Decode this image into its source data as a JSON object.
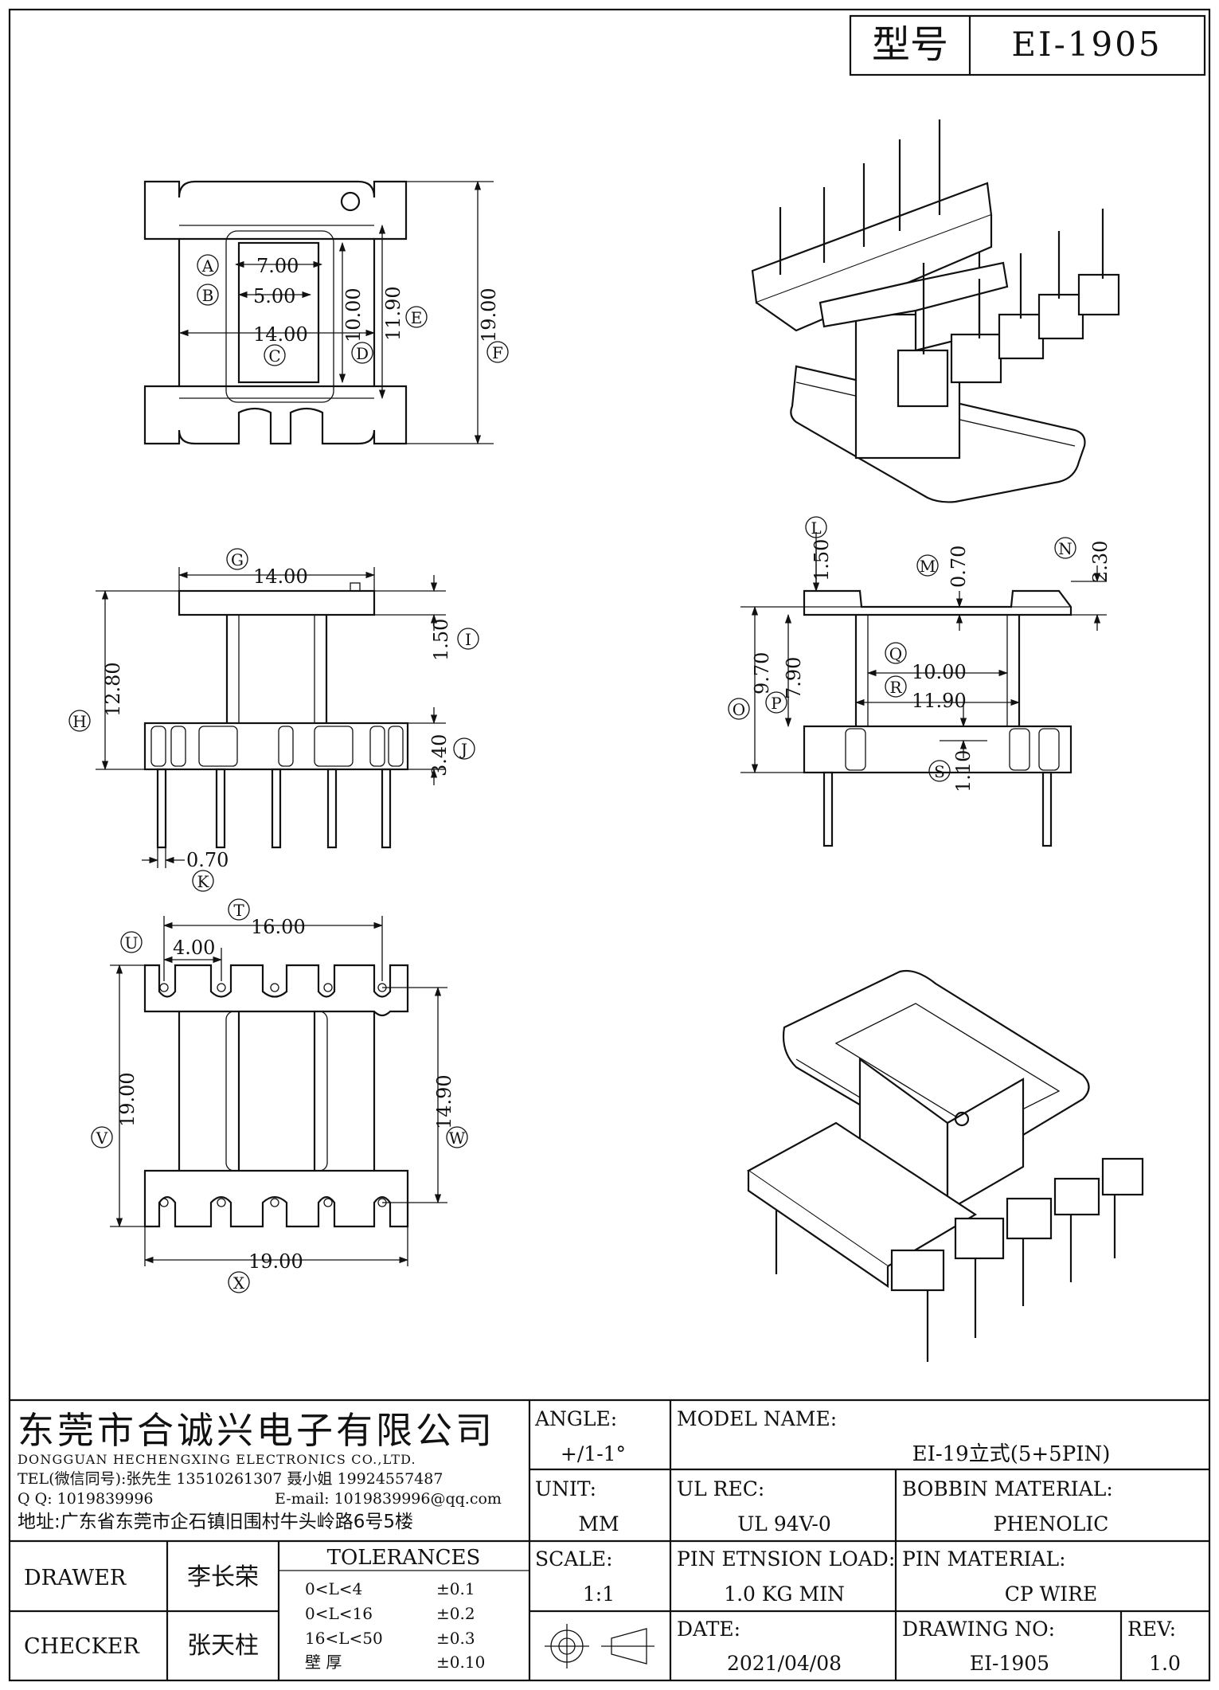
{
  "header": {
    "model_label": "型号",
    "model_value": "EI-1905"
  },
  "dims": {
    "A": "7.00",
    "B": "5.00",
    "C": "14.00",
    "D": "10.00",
    "E": "11.90",
    "F": "19.00",
    "G": "14.00",
    "H": "12.80",
    "I": "1.50",
    "J": "3.40",
    "K": "0.70",
    "L": "1.50",
    "M": "0.70",
    "N": "2.30",
    "O": "9.70",
    "P": "7.90",
    "Q": "10.00",
    "R": "11.90",
    "S": "1.10",
    "T": "16.00",
    "U": "4.00",
    "V": "19.00",
    "W": "14.90",
    "X": "19.00"
  },
  "refs": [
    "A",
    "B",
    "C",
    "D",
    "E",
    "F",
    "G",
    "H",
    "I",
    "J",
    "K",
    "L",
    "M",
    "N",
    "O",
    "P",
    "Q",
    "R",
    "S",
    "T",
    "U",
    "V",
    "W",
    "X"
  ],
  "company": {
    "name_cn": "东莞市合诚兴电子有限公司",
    "name_en": "DONGGUAN HECHENGXING ELECTRONICS CO.,LTD.",
    "tel": "TEL(微信同号):张先生 13510261307 聂小姐 19924557487",
    "qq": "Q Q: 1019839996",
    "email": "E-mail: 1019839996@qq.com",
    "address": "地址:广东省东莞市企石镇旧围村牛头岭路6号5楼"
  },
  "title_block": {
    "angle_label": "ANGLE:",
    "angle_value": "+/1-1°",
    "model_name_label": "MODEL NAME:",
    "model_name_value": "EI-19立式(5+5PIN)",
    "unit_label": "UNIT:",
    "unit_value": "MM",
    "ul_label": "UL REC:",
    "ul_value": "UL 94V-0",
    "bobbin_label": "BOBBIN MATERIAL:",
    "bobbin_value": "PHENOLIC",
    "drawer_label": "DRAWER",
    "drawer_value": "李长荣",
    "checker_label": "CHECKER",
    "checker_value": "张天柱",
    "tol_label": "TOLERANCES",
    "tolerances": [
      {
        "range": "0<L<4",
        "value": "±0.1"
      },
      {
        "range": "0<L<16",
        "value": "±0.2"
      },
      {
        "range": "16<L<50",
        "value": "±0.3"
      },
      {
        "range": "壁  厚",
        "value": "±0.10"
      }
    ],
    "scale_label": "SCALE:",
    "scale_value": "1:1",
    "pin_load_label": "PIN ETNSION LOAD:",
    "pin_load_value": "1.0 KG MIN",
    "pin_mat_label": "PIN MATERIAL:",
    "pin_mat_value": "CP WIRE",
    "date_label": "DATE:",
    "date_value": "2021/04/08",
    "drawing_no_label": "DRAWING NO:",
    "drawing_no_value": "EI-1905",
    "rev_label": "REV:",
    "rev_value": "1.0"
  }
}
